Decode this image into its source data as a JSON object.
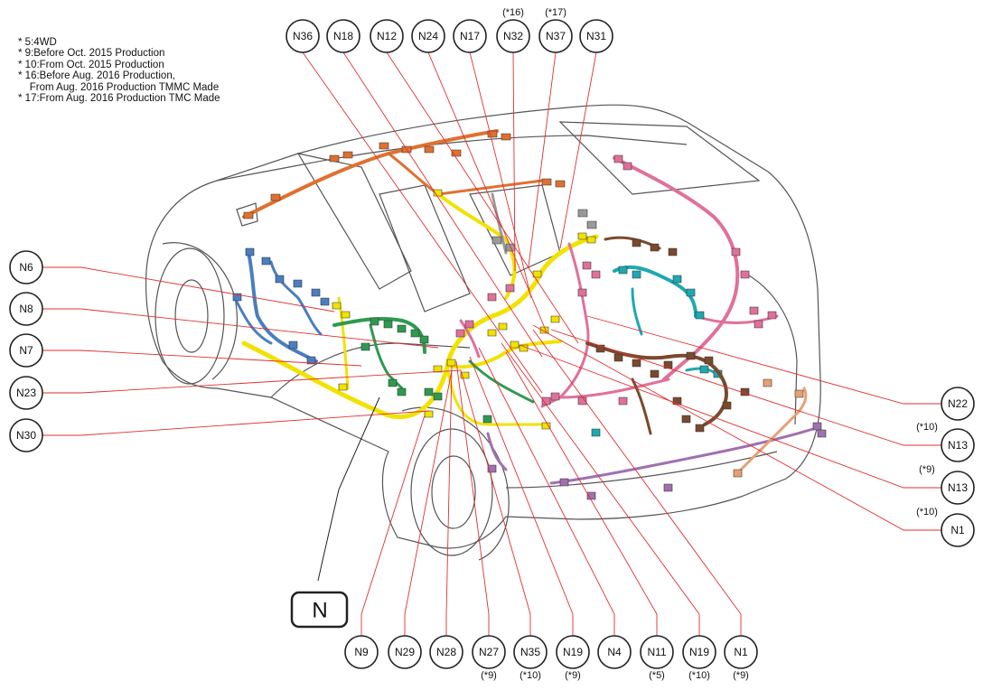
{
  "notes": [
    "* 5:4WD",
    "* 9:Before Oct. 2015 Production",
    "* 10:From Oct. 2015 Production",
    "* 16:Before Aug. 2016 Production,",
    "    From Aug. 2016 Production TMMC Made",
    "* 17:From Aug. 2016 Production TMC Made"
  ],
  "group_label": "N",
  "colors": {
    "leader_line": "#e03030",
    "orange_harness": "#e07030",
    "yellow_harness": "#f2e200",
    "blue_harness": "#4a7ec0",
    "green_harness": "#2e9a50",
    "pink_harness": "#e0709a",
    "brown_harness": "#7a4a2e",
    "teal_harness": "#1fa8b0",
    "purple_harness": "#a070b0",
    "peach_harness": "#e8a070",
    "gray_harness": "#9a9a9a"
  },
  "callouts_top": [
    {
      "label": "N36",
      "note": ""
    },
    {
      "label": "N18",
      "note": ""
    },
    {
      "label": "N12",
      "note": ""
    },
    {
      "label": "N24",
      "note": ""
    },
    {
      "label": "N17",
      "note": ""
    },
    {
      "label": "N32",
      "note": "(*16)"
    },
    {
      "label": "N37",
      "note": "(*17)"
    },
    {
      "label": "N31",
      "note": ""
    }
  ],
  "callouts_left": [
    {
      "label": "N6"
    },
    {
      "label": "N8"
    },
    {
      "label": "N7"
    },
    {
      "label": "N23"
    },
    {
      "label": "N30"
    }
  ],
  "callouts_right": [
    {
      "label": "N22",
      "note": ""
    },
    {
      "label": "N13",
      "note": "(*10)"
    },
    {
      "label": "N13",
      "note": "(*9)"
    },
    {
      "label": "N1",
      "note": "(*10)"
    }
  ],
  "callouts_bottom": [
    {
      "label": "N9",
      "note": ""
    },
    {
      "label": "N29",
      "note": ""
    },
    {
      "label": "N28",
      "note": ""
    },
    {
      "label": "N27",
      "note": "(*9)"
    },
    {
      "label": "N35",
      "note": "(*10)"
    },
    {
      "label": "N19",
      "note": "(*9)"
    },
    {
      "label": "N4",
      "note": ""
    },
    {
      "label": "N11",
      "note": "(*5)"
    },
    {
      "label": "N19",
      "note": "(*10)"
    },
    {
      "label": "N1",
      "note": "(*9)"
    }
  ]
}
